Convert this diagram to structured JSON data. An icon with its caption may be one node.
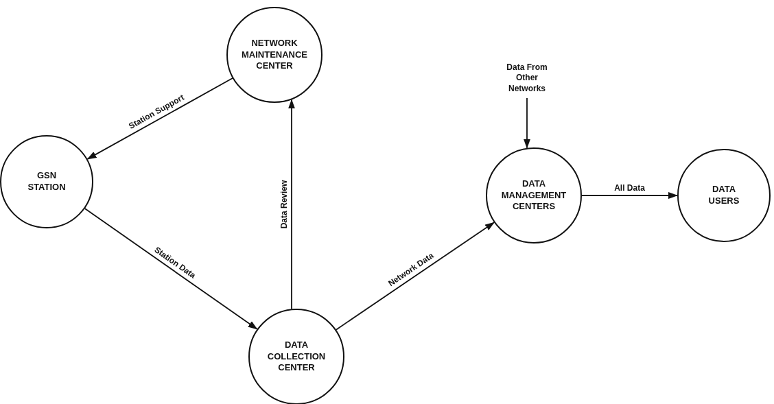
{
  "diagram": {
    "nodes": [
      {
        "text": [
          "NETWORK MAINTENANCE CENTER"
        ]
      },
      {
        "text": [
          "GSN STATION"
        ]
      },
      {
        "text": [
          "DATA COLLECTION CENTER"
        ]
      },
      {
        "text": [
          "DATA MANAGEMENT CENTERS"
        ]
      },
      {
        "text": [
          "DATA USERS"
        ]
      },
      {
        "text": [
          "Data From Other Networks"
        ]
      }
    ],
    "edges": [
      {
        "from": 0,
        "to": 1,
        "arrow": "to",
        "label": "Station Support"
      },
      {
        "from": 1,
        "to": 2,
        "arrow": "to",
        "label": "Station Data"
      },
      {
        "from": 2,
        "to": 0,
        "arrow": "to",
        "label": "Data Review"
      },
      {
        "from": 2,
        "to": 3,
        "arrow": "to",
        "label": "Network Data"
      },
      {
        "from": 5,
        "to": 3,
        "arrow": "to"
      },
      {
        "from": 3,
        "to": 4,
        "arrow": "to",
        "label": "All Data"
      }
    ]
  }
}
